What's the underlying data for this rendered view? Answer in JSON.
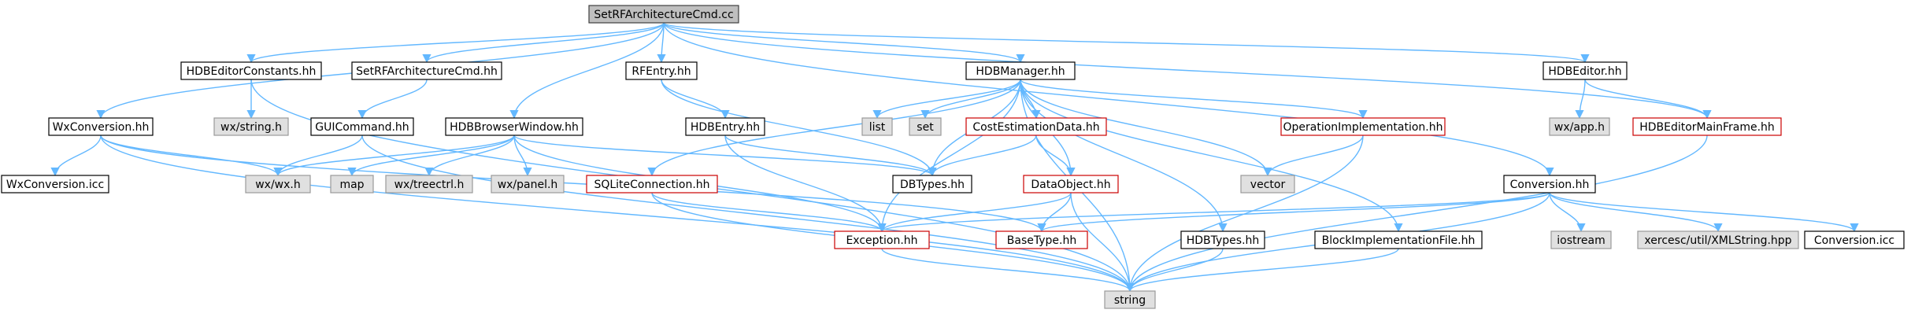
{
  "colors": {
    "edge": "#63B8FF",
    "root_fill": "#BFBFBF",
    "root_border": "#404040",
    "normal_fill": "#FFFFFF",
    "normal_border": "#000000",
    "external_fill": "#E0E0E0",
    "external_border": "#999999",
    "truncated_border": "#CC0000"
  },
  "nodes": [
    {
      "id": "root",
      "label": "SetRFArchitectureCmd.cc",
      "kind": "root"
    },
    {
      "id": "hdbEditorConstants",
      "label": "HDBEditorConstants.hh",
      "kind": "normal"
    },
    {
      "id": "setRFArchCmdHh",
      "label": "SetRFArchitectureCmd.hh",
      "kind": "normal"
    },
    {
      "id": "rfEntry",
      "label": "RFEntry.hh",
      "kind": "normal"
    },
    {
      "id": "hdbManager",
      "label": "HDBManager.hh",
      "kind": "normal"
    },
    {
      "id": "hdbEditor",
      "label": "HDBEditor.hh",
      "kind": "normal"
    },
    {
      "id": "wxString",
      "label": "wx/string.h",
      "kind": "external"
    },
    {
      "id": "wxConversion",
      "label": "WxConversion.hh",
      "kind": "normal"
    },
    {
      "id": "guiCommand",
      "label": "GUICommand.hh",
      "kind": "normal"
    },
    {
      "id": "hdbBrowserWindow",
      "label": "HDBBrowserWindow.hh",
      "kind": "normal"
    },
    {
      "id": "hdbEntry",
      "label": "HDBEntry.hh",
      "kind": "normal"
    },
    {
      "id": "list",
      "label": "list",
      "kind": "external"
    },
    {
      "id": "set",
      "label": "set",
      "kind": "external"
    },
    {
      "id": "costEstimationData",
      "label": "CostEstimationData.hh",
      "kind": "truncated"
    },
    {
      "id": "operationImplementation",
      "label": "OperationImplementation.hh",
      "kind": "truncated"
    },
    {
      "id": "wxApp",
      "label": "wx/app.h",
      "kind": "external"
    },
    {
      "id": "hdbEditorMainFrame",
      "label": "HDBEditorMainFrame.hh",
      "kind": "truncated"
    },
    {
      "id": "wxConversionIcc",
      "label": "WxConversion.icc",
      "kind": "normal"
    },
    {
      "id": "wxWx",
      "label": "wx/wx.h",
      "kind": "external"
    },
    {
      "id": "map",
      "label": "map",
      "kind": "external"
    },
    {
      "id": "wxTreectrl",
      "label": "wx/treectrl.h",
      "kind": "external"
    },
    {
      "id": "wxPanel",
      "label": "wx/panel.h",
      "kind": "external"
    },
    {
      "id": "sqliteConnection",
      "label": "SQLiteConnection.hh",
      "kind": "truncated"
    },
    {
      "id": "dbTypes",
      "label": "DBTypes.hh",
      "kind": "normal"
    },
    {
      "id": "dataObject",
      "label": "DataObject.hh",
      "kind": "truncated"
    },
    {
      "id": "vector",
      "label": "vector",
      "kind": "external"
    },
    {
      "id": "conversion",
      "label": "Conversion.hh",
      "kind": "normal"
    },
    {
      "id": "exception",
      "label": "Exception.hh",
      "kind": "truncated"
    },
    {
      "id": "baseType",
      "label": "BaseType.hh",
      "kind": "truncated"
    },
    {
      "id": "hdbTypes",
      "label": "HDBTypes.hh",
      "kind": "normal"
    },
    {
      "id": "blockImplementationFile",
      "label": "BlockImplementationFile.hh",
      "kind": "normal"
    },
    {
      "id": "iostream",
      "label": "iostream",
      "kind": "external"
    },
    {
      "id": "xmlString",
      "label": "xercesc/util/XMLString.hpp",
      "kind": "external"
    },
    {
      "id": "conversionIcc",
      "label": "Conversion.icc",
      "kind": "normal"
    },
    {
      "id": "string",
      "label": "string",
      "kind": "external"
    }
  ],
  "edges": [
    [
      "root",
      "hdbEditorConstants"
    ],
    [
      "root",
      "setRFArchCmdHh"
    ],
    [
      "root",
      "rfEntry"
    ],
    [
      "root",
      "hdbManager"
    ],
    [
      "root",
      "hdbEditor"
    ],
    [
      "root",
      "wxConversion"
    ],
    [
      "root",
      "hdbBrowserWindow"
    ],
    [
      "root",
      "hdbEditorMainFrame"
    ],
    [
      "root",
      "conversion"
    ],
    [
      "hdbEditorConstants",
      "wxString"
    ],
    [
      "hdbEditorConstants",
      "string"
    ],
    [
      "setRFArchCmdHh",
      "guiCommand"
    ],
    [
      "guiCommand",
      "wxWx"
    ],
    [
      "guiCommand",
      "string"
    ],
    [
      "wxConversion",
      "wxConversionIcc"
    ],
    [
      "wxConversion",
      "wxWx"
    ],
    [
      "wxConversion",
      "string"
    ],
    [
      "wxConversion",
      "baseType"
    ],
    [
      "rfEntry",
      "hdbEntry"
    ],
    [
      "rfEntry",
      "dbTypes"
    ],
    [
      "hdbEntry",
      "dbTypes"
    ],
    [
      "hdbEntry",
      "exception"
    ],
    [
      "hdbBrowserWindow",
      "wxWx"
    ],
    [
      "hdbBrowserWindow",
      "map"
    ],
    [
      "hdbBrowserWindow",
      "wxTreectrl"
    ],
    [
      "hdbBrowserWindow",
      "wxPanel"
    ],
    [
      "hdbBrowserWindow",
      "exception"
    ],
    [
      "hdbBrowserWindow",
      "dbTypes"
    ],
    [
      "hdbManager",
      "list"
    ],
    [
      "hdbManager",
      "set"
    ],
    [
      "hdbManager",
      "costEstimationData"
    ],
    [
      "hdbManager",
      "operationImplementation"
    ],
    [
      "hdbManager",
      "dbTypes"
    ],
    [
      "hdbManager",
      "dataObject"
    ],
    [
      "hdbManager",
      "vector"
    ],
    [
      "hdbManager",
      "hdbTypes"
    ],
    [
      "hdbManager",
      "blockImplementationFile"
    ],
    [
      "hdbManager",
      "sqliteConnection"
    ],
    [
      "hdbManager",
      "exception"
    ],
    [
      "hdbManager",
      "string"
    ],
    [
      "costEstimationData",
      "dbTypes"
    ],
    [
      "costEstimationData",
      "dataObject"
    ],
    [
      "operationImplementation",
      "vector"
    ],
    [
      "operationImplementation",
      "string"
    ],
    [
      "dataObject",
      "exception"
    ],
    [
      "dataObject",
      "baseType"
    ],
    [
      "dataObject",
      "string"
    ],
    [
      "sqliteConnection",
      "exception"
    ],
    [
      "sqliteConnection",
      "string"
    ],
    [
      "hdbEditor",
      "wxApp"
    ],
    [
      "hdbEditor",
      "hdbEditorMainFrame"
    ],
    [
      "hdbEditorMainFrame",
      "string"
    ],
    [
      "conversion",
      "exception"
    ],
    [
      "conversion",
      "baseType"
    ],
    [
      "conversion",
      "iostream"
    ],
    [
      "conversion",
      "xmlString"
    ],
    [
      "conversion",
      "conversionIcc"
    ],
    [
      "conversion",
      "string"
    ],
    [
      "exception",
      "string"
    ],
    [
      "hdbTypes",
      "string"
    ],
    [
      "blockImplementationFile",
      "string"
    ]
  ]
}
